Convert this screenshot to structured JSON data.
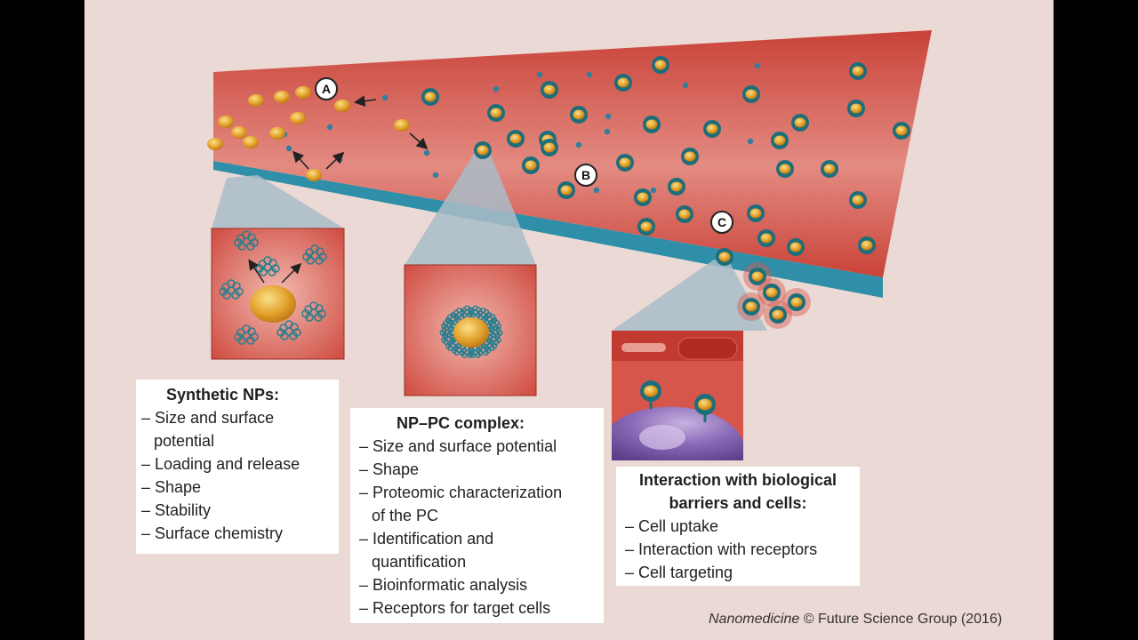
{
  "markers": [
    "A",
    "B",
    "C"
  ],
  "panels": {
    "synthetic": {
      "title": "Synthetic NPs:",
      "items": [
        "– Size and surface",
        "potential",
        "– Loading and release",
        "– Shape",
        "– Stability",
        "– Surface chemistry"
      ]
    },
    "complex": {
      "title": "NP–PC complex:",
      "items": [
        "– Size and surface potential",
        "– Shape",
        "– Proteomic characterization",
        "of the PC",
        "– Identification and",
        "quantification",
        "– Bioinformatic analysis",
        "– Receptors for target cells"
      ]
    },
    "interaction": {
      "title_lines": [
        "Interaction with biological",
        "barriers and cells:"
      ],
      "items": [
        "– Cell uptake",
        "– Interaction with receptors",
        "– Cell targeting"
      ]
    }
  },
  "credit": {
    "journal": "Nanomedicine",
    "rest": " © Future Science Group (2016)"
  },
  "colors": {
    "vessel": "#c9443a",
    "vessel_inner": "#e98a80",
    "endothelium": "#2f8fa8",
    "np": "#e2a52a",
    "corona": "#1f7a86",
    "cell": "#7a5aa8"
  }
}
